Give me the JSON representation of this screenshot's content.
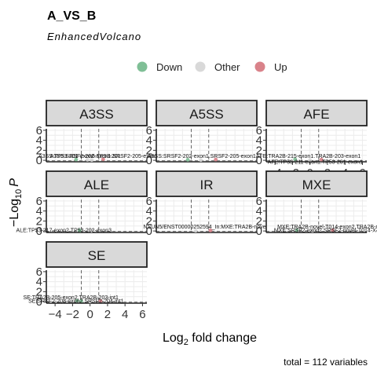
{
  "chart_data": {
    "type": "scatter",
    "title": "A_VS_B",
    "subtitle": "EnhancedVolcano",
    "xlabel_base": "Log",
    "xlabel_sub": "2",
    "xlabel_rest": " fold change",
    "ylabel_pre": "−Log",
    "ylabel_sub": "10",
    "ylabel_var": "P",
    "caption": "total = 112 variables",
    "xlim": [
      -5,
      6.5
    ],
    "ylim": [
      -0.3,
      6.3
    ],
    "x_ticks": [
      -4,
      -2,
      0,
      2,
      4,
      6
    ],
    "y_ticks": [
      0,
      2,
      4,
      6
    ],
    "fc_cutoff": 1,
    "p_cutoff_y": -0.1,
    "legend": [
      {
        "label": "Down",
        "color": "#7fbf96"
      },
      {
        "label": "Other",
        "color": "#d9d9d9"
      },
      {
        "label": "Up",
        "color": "#d9828a"
      }
    ],
    "facets": [
      {
        "name": "A3SS",
        "labels": [
          {
            "text": "A3SS:TP53-201-exon6.TP53-201",
            "x": -1.2,
            "y": 0.45
          },
          {
            "text": "A3SS:SRSF2-202-exon1.SRSF2-205-exon1",
            "x": 1.6,
            "y": 0.45
          }
        ],
        "points": [
          {
            "x": -1.6,
            "y": 0.15,
            "status": "Down"
          },
          {
            "x": -0.3,
            "y": 0.1,
            "status": "Other"
          },
          {
            "x": 0.2,
            "y": 0.05,
            "status": "Other"
          },
          {
            "x": 1.5,
            "y": 0.2,
            "status": "Up"
          }
        ]
      },
      {
        "name": "A5SS",
        "labels": [
          {
            "text": "A5SS:SRSF2-202-exon1.SRSF2-205-exon1",
            "x": 0.2,
            "y": 0.45
          }
        ],
        "points": [
          {
            "x": -1.4,
            "y": 0.1,
            "status": "Down"
          },
          {
            "x": 0.1,
            "y": 0.05,
            "status": "Other"
          },
          {
            "x": 1.8,
            "y": 0.15,
            "status": "Up"
          }
        ]
      },
      {
        "name": "AFE",
        "labels": [
          {
            "text": "AFE:TRA2B-215-exon1.TRA2B-203-exon1",
            "x": -0.2,
            "y": 0.45
          },
          {
            "text": "AFE:TP53-211-exon1.TP53-201-exon1",
            "x": 0.6,
            "y": -0.7
          }
        ],
        "points": [
          {
            "x": -1.7,
            "y": 0.2,
            "status": "Down"
          },
          {
            "x": 0.0,
            "y": 0.05,
            "status": "Other"
          },
          {
            "x": 1.3,
            "y": 0.15,
            "status": "Up"
          }
        ]
      },
      {
        "name": "ALE",
        "labels": [
          {
            "text": "ALE:TP53-217-exon2.TP53-202-exon3",
            "x": -3.0,
            "y": -0.25
          }
        ],
        "points": [
          {
            "x": -1.2,
            "y": 0.1,
            "status": "Down"
          },
          {
            "x": 0.2,
            "y": 0.05,
            "status": "Other"
          }
        ]
      },
      {
        "name": "IR",
        "labels": [
          {
            "text": "NSUN5/ENST00000252594_In:MXE:TRA2B-novel",
            "x": 0.6,
            "y": 0.45
          }
        ],
        "points": [
          {
            "x": -0.5,
            "y": 0.05,
            "status": "Other"
          },
          {
            "x": 1.2,
            "y": 0.1,
            "status": "Up"
          }
        ]
      },
      {
        "name": "MXE",
        "labels": [
          {
            "text": "MXE:TRA2B-novel-T014-exon2.TRA2B-nov",
            "x": 2.4,
            "y": 0.45
          },
          {
            "text": "MXE:SRSF2-exon2.SRSF2-novel-T014-X4",
            "x": 1.9,
            "y": -0.2
          }
        ],
        "points": [
          {
            "x": -1.5,
            "y": 0.15,
            "status": "Down"
          },
          {
            "x": 0.3,
            "y": 0.05,
            "status": "Other"
          },
          {
            "x": 2.6,
            "y": 0.15,
            "status": "Up"
          }
        ]
      },
      {
        "name": "SE",
        "labels": [
          {
            "text": "SE:TRA2B-205-exon2.TRA2B-203-int1",
            "x": -2.2,
            "y": 0.45
          },
          {
            "text": "SE:SRSF2-208-exon2.SRSF2-204-int1",
            "x": -1.6,
            "y": -0.2
          }
        ],
        "points": [
          {
            "x": -1.5,
            "y": 0.2,
            "status": "Down"
          },
          {
            "x": -1.0,
            "y": 0.1,
            "status": "Down"
          },
          {
            "x": 0.0,
            "y": 0.05,
            "status": "Other"
          },
          {
            "x": 1.2,
            "y": 0.15,
            "status": "Up"
          }
        ]
      }
    ]
  }
}
